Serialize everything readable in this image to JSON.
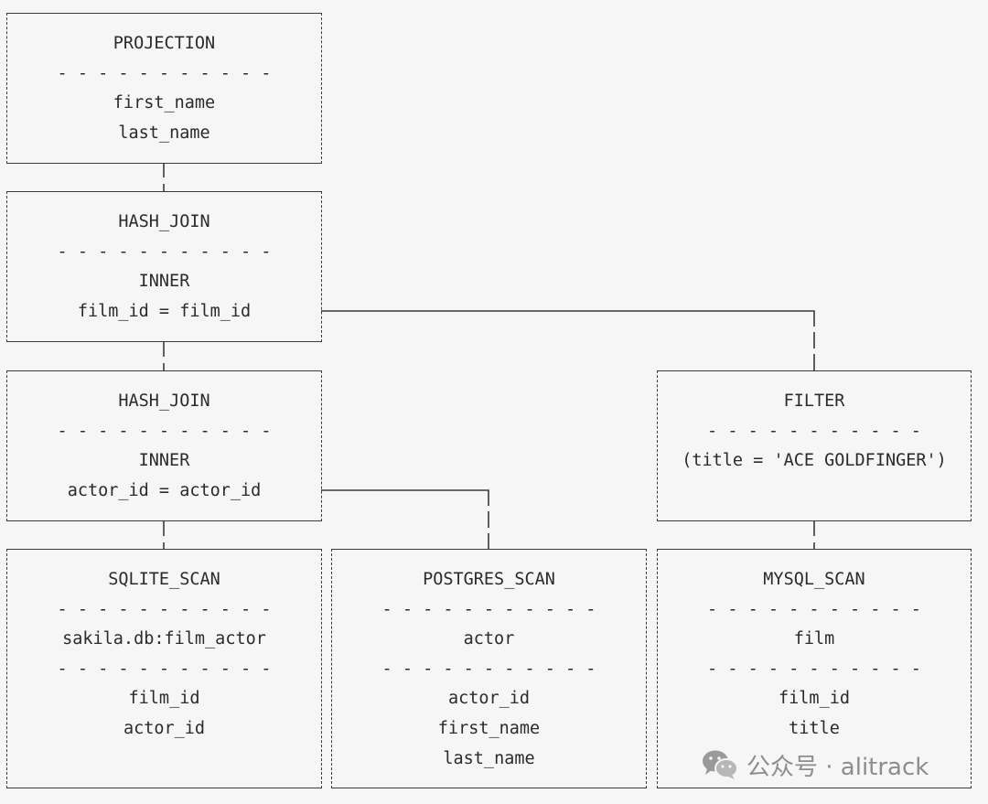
{
  "nodes": {
    "projection": {
      "title": "PROJECTION",
      "separator": "- - - - - - - - - - -",
      "lines": [
        "first_name",
        "last_name"
      ]
    },
    "hash_join_top": {
      "title": "HASH_JOIN",
      "separator": "- - - - - - - - - - -",
      "join_type": "INNER",
      "condition": "film_id = film_id"
    },
    "hash_join_bottom": {
      "title": "HASH_JOIN",
      "separator": "- - - - - - - - - - -",
      "join_type": "INNER",
      "condition": "actor_id = actor_id"
    },
    "filter": {
      "title": "FILTER",
      "separator": "- - - - - - - - - - -",
      "condition": "(title = 'ACE GOLDFINGER')"
    },
    "sqlite_scan": {
      "title": "SQLITE_SCAN",
      "separator": "- - - - - - - - - - -",
      "table": "sakila.db:film_actor",
      "columns": [
        "film_id",
        "actor_id"
      ]
    },
    "postgres_scan": {
      "title": "POSTGRES_SCAN",
      "separator": "- - - - - - - - - - -",
      "table": "actor",
      "columns": [
        "actor_id",
        "first_name",
        "last_name"
      ]
    },
    "mysql_scan": {
      "title": "MYSQL_SCAN",
      "separator": "- - - - - - - - - - -",
      "table": "film",
      "columns": [
        "film_id",
        "title"
      ]
    }
  },
  "watermark": {
    "text": "公众号 · alitrack",
    "icon": "wechat-icon"
  }
}
